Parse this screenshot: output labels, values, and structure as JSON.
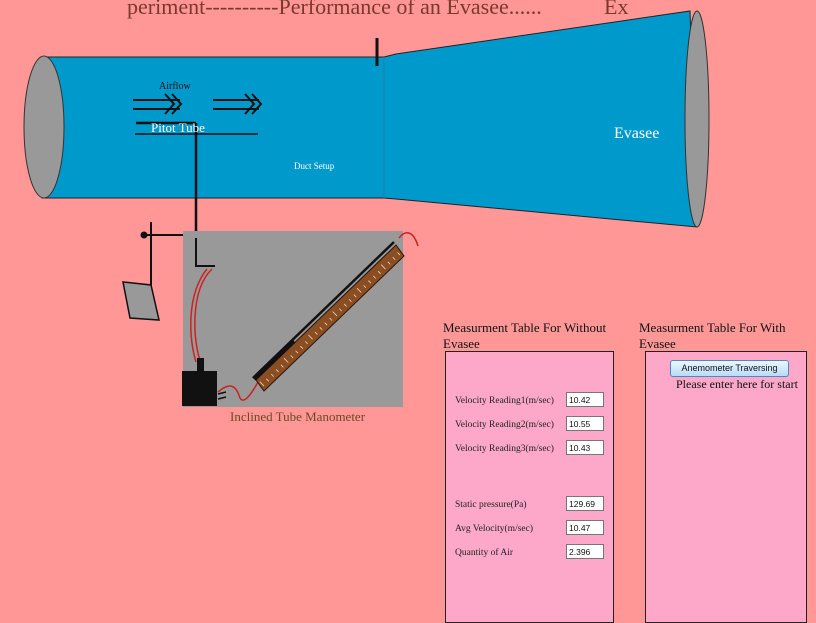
{
  "header": {
    "title_left": "periment----------Performance of an Evasee......",
    "title_right": "Ex"
  },
  "diagram": {
    "airflow_label": "Airflow",
    "pitot_label": "Pitot Tube",
    "duct_label": "Duct Setup",
    "evasee_label": "Evasee",
    "manometer_label": "Inclined Tube Manometer"
  },
  "without_evasee": {
    "heading": "Measurment Table For Without Evasee",
    "rows": [
      {
        "label": "Velocity Reading1(m/sec)",
        "value": "10.42"
      },
      {
        "label": "Velocity Reading2(m/sec)",
        "value": "10.55"
      },
      {
        "label": "Velocity Reading3(m/sec)",
        "value": "10.43"
      },
      {
        "label": "Static pressure(Pa)",
        "value": "129.69"
      },
      {
        "label": "Avg Velocity(m/sec)",
        "value": "10.47"
      },
      {
        "label": "Quantity of Air",
        "value": "2.396"
      }
    ]
  },
  "with_evasee": {
    "heading": "Measurment Table For With Evasee",
    "button_label": "Anemometer Traversing",
    "hint": "Please enter here for start"
  },
  "colors": {
    "background": "#ff9797",
    "duct": "#0099cc",
    "panel": "#fda8c8",
    "manometer_box": "#999999"
  }
}
